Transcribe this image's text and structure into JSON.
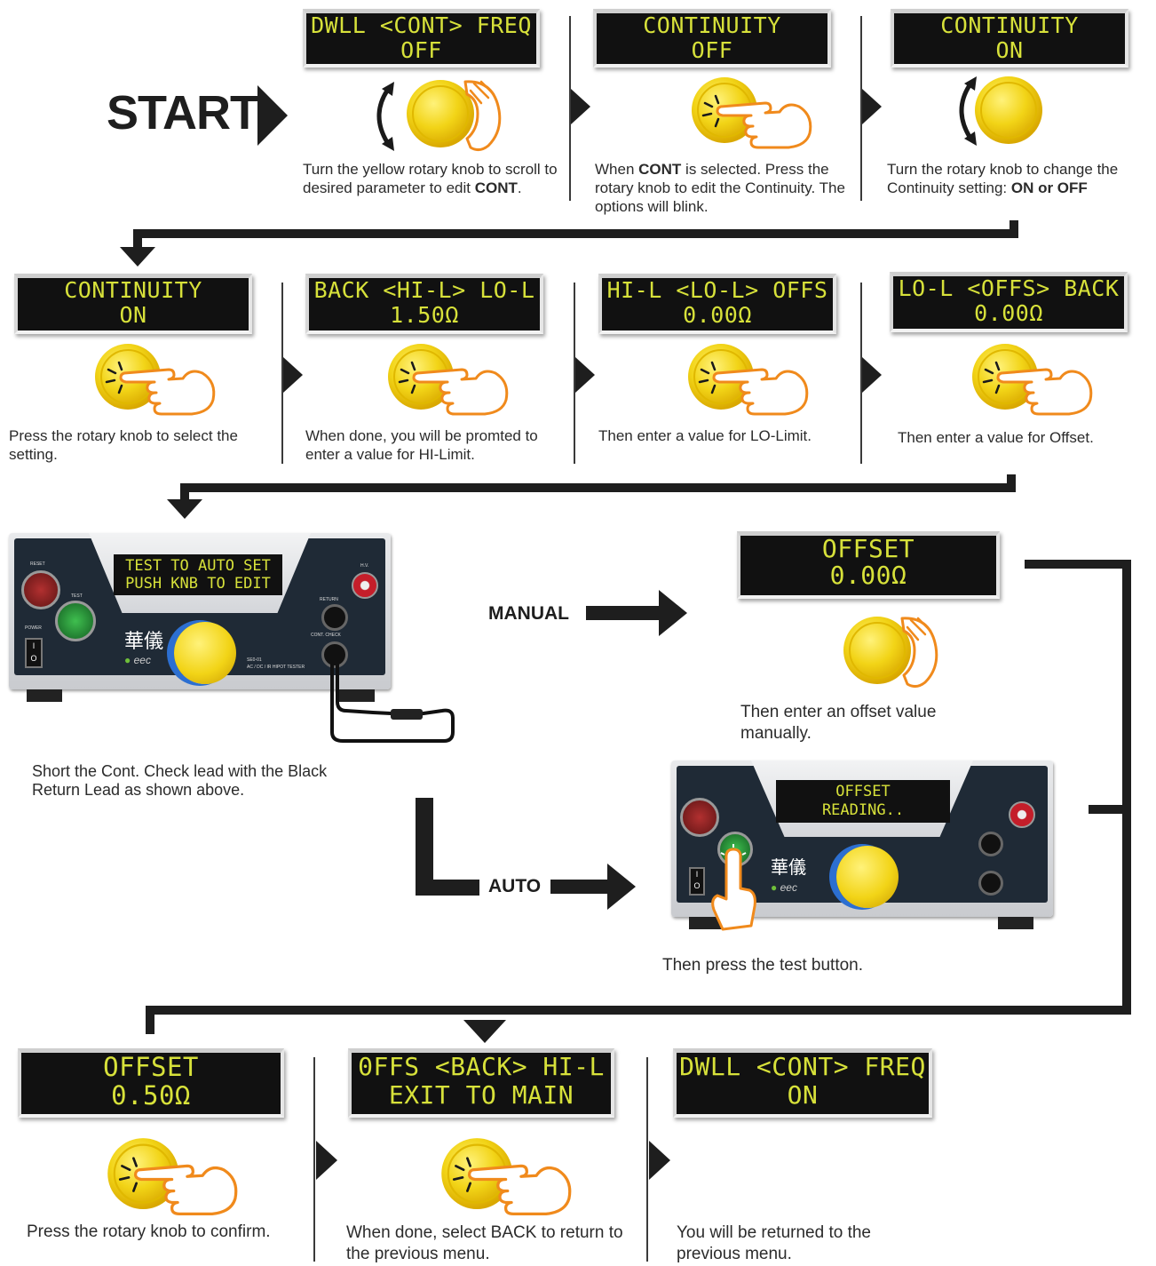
{
  "start_label": "START",
  "colors": {
    "lcd_bg": "#111111",
    "lcd_text": "#d7e13a",
    "knob": "#f2d417",
    "hand_outline": "#f08a1c",
    "flow_line": "#1e1e1e",
    "device_panel": "#1f2a36",
    "reset_button": "#7a1f1f",
    "test_button": "#1f7a2f",
    "hv_terminal": "#c41e2a"
  },
  "row1": [
    {
      "lcd_line1": "DWLL <CONT> FREQ",
      "lcd_line2": "OFF",
      "icon": "knob-turn-hand-icon",
      "caption_a": "Turn the yellow rotary knob to scroll to desired parameter to edit ",
      "caption_bold": "CONT",
      "caption_b": "."
    },
    {
      "lcd_line1": "CONTINUITY",
      "lcd_line2": "OFF",
      "icon": "knob-press-hand-icon",
      "caption_a": "When ",
      "caption_bold": "CONT",
      "caption_b": " is selected. Press the rotary knob to edit the Continuity. The options will blink."
    },
    {
      "lcd_line1": "CONTINUITY",
      "lcd_line2": "ON",
      "icon": "knob-rotate-icon",
      "caption_a": "Turn the rotary knob to change the Continuity setting: ",
      "caption_bold": "ON or OFF",
      "caption_b": ""
    }
  ],
  "row2": [
    {
      "lcd_line1": "CONTINUITY",
      "lcd_line2": "ON",
      "caption": "Press the rotary knob to select the setting."
    },
    {
      "lcd_line1": "BACK <HI-L> LO-L",
      "lcd_line2": "1.50Ω",
      "caption": "When done, you will be promted to enter a value for HI-Limit."
    },
    {
      "lcd_line1": "HI-L <LO-L> OFFS",
      "lcd_line2": "0.00Ω",
      "caption": "Then enter a value for LO-Limit."
    },
    {
      "lcd_line1": "LO-L <OFFS> BACK",
      "lcd_line2": "0.00Ω",
      "caption": "Then enter a value for Offset."
    }
  ],
  "device1": {
    "lcd_line1": "TEST TO AUTO SET",
    "lcd_line2": "PUSH KNB TO EDIT",
    "label_reset": "RESET",
    "label_test": "TEST",
    "label_power": "POWER",
    "label_return": "RETURN",
    "label_cont": "CONT. CHECK",
    "label_hv": "H.V.",
    "brand_chinese": "華儀",
    "brand": "eec",
    "model": "SE0-01",
    "model_desc": "AC / DC / IR HIPOT TESTER",
    "caption": "Short the Cont. Check lead with the Black Return Lead as shown above."
  },
  "manual": {
    "label": "MANUAL",
    "lcd_line1": "OFFSET",
    "lcd_line2": "0.00Ω",
    "caption": "Then enter an offset value manually."
  },
  "auto": {
    "label": "AUTO",
    "lcd_line1": "OFFSET",
    "lcd_line2": "READING..",
    "caption": "Then press the test button."
  },
  "row4": [
    {
      "lcd_line1": "OFFSET",
      "lcd_line2": "0.50Ω",
      "caption": "Press the rotary knob to confirm."
    },
    {
      "lcd_line1": "0FFS <BACK> HI-L",
      "lcd_line2": "EXIT TO MAIN",
      "caption": "When done, select BACK to return to the previous menu."
    },
    {
      "lcd_line1": "DWLL <CONT> FREQ",
      "lcd_line2": "ON",
      "caption": "You will be returned to the previous menu."
    }
  ]
}
